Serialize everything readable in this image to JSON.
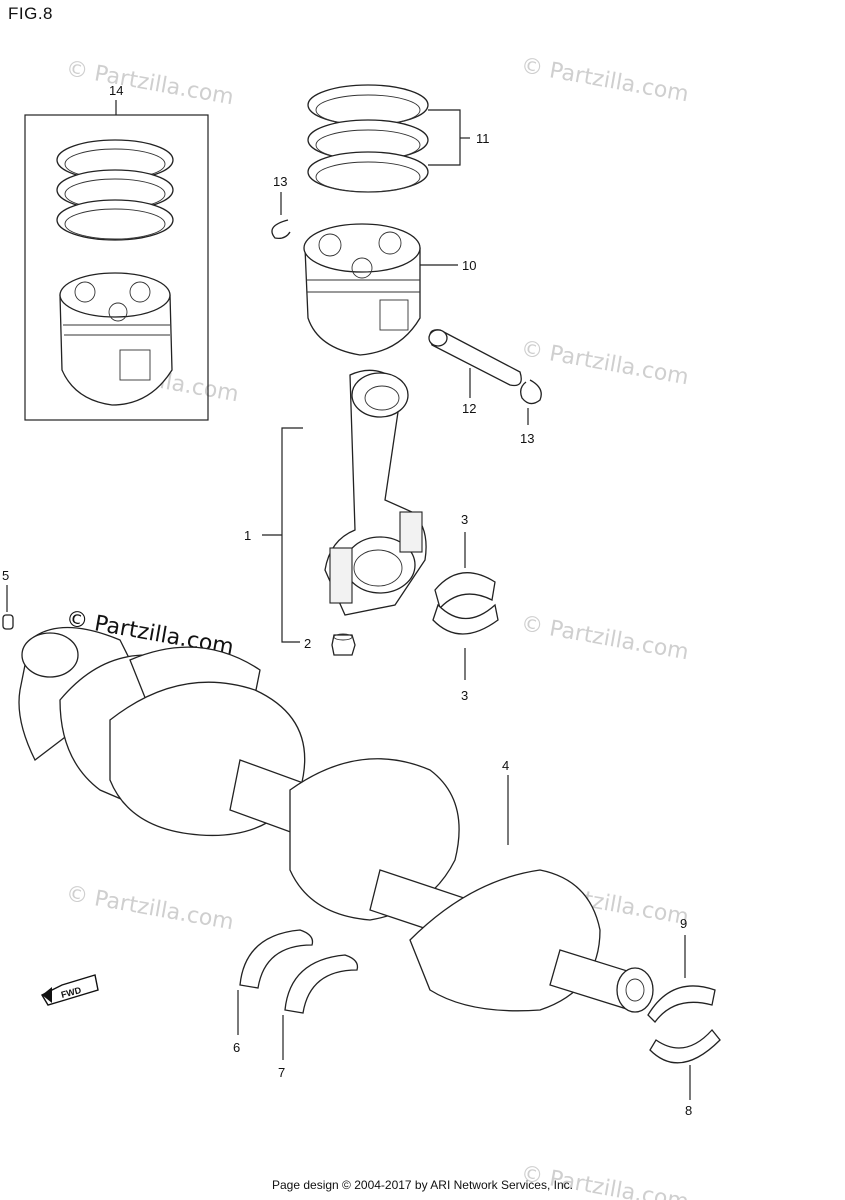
{
  "figure": {
    "title": "FIG.8"
  },
  "callouts": {
    "c1": "1",
    "c2": "2",
    "c3a": "3",
    "c3b": "3",
    "c4": "4",
    "c5": "5",
    "c6": "6",
    "c7": "7",
    "c8": "8",
    "c9": "9",
    "c10": "10",
    "c11": "11",
    "c12": "12",
    "c13a": "13",
    "c13b": "13",
    "c14": "14"
  },
  "watermark": {
    "text": "© Partzilla.com"
  },
  "fwd_badge": {
    "text": "FWD"
  },
  "footer": {
    "text": "Page design © 2004-2017 by ARI Network Services, Inc."
  }
}
